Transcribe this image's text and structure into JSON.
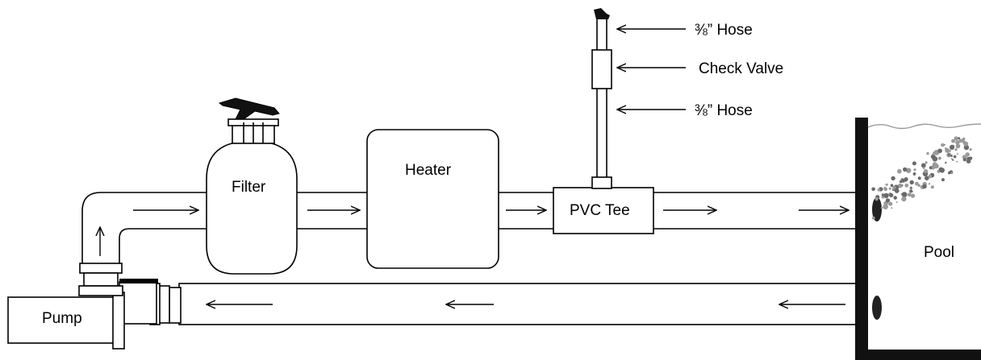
{
  "diagram": {
    "labels": {
      "pump": "Pump",
      "filter": "Filter",
      "heater": "Heater",
      "tee": "PVC Tee",
      "pool": "Pool",
      "hose_top": "⅜” Hose",
      "check_valve": "Check Valve",
      "hose_bottom": "⅜” Hose"
    },
    "colors": {
      "line": "#000000",
      "background": "#ffffff",
      "pool_wall": "#111111",
      "bubble": "#6a6a6a"
    }
  }
}
